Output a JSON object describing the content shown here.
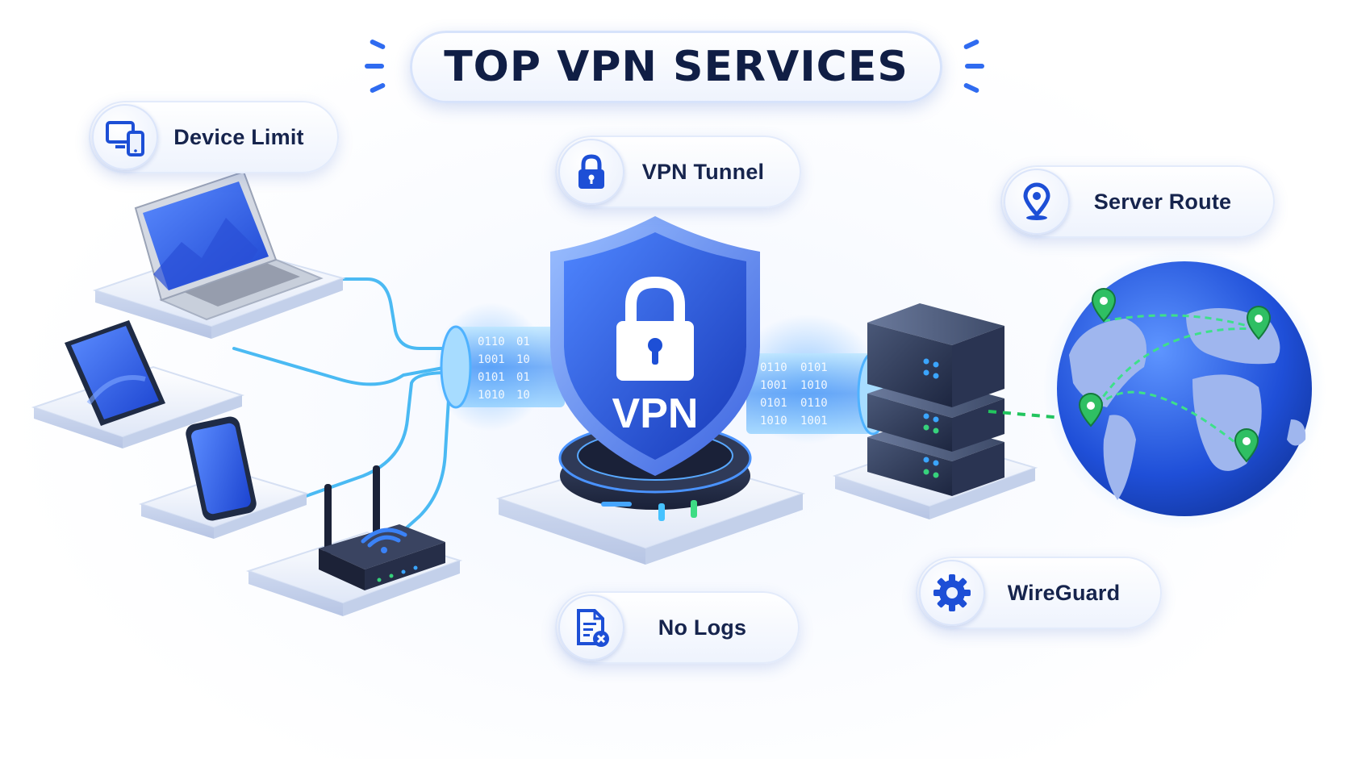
{
  "title": "TOP VPN SERVICES",
  "labels": {
    "device_limit": "Device Limit",
    "vpn_tunnel": "VPN Tunnel",
    "server_route": "Server Route",
    "no_logs": "No Logs",
    "wireguard": "WireGuard",
    "shield": "VPN"
  },
  "icons": {
    "device_limit": "devices-icon",
    "vpn_tunnel": "lock-icon",
    "server_route": "map-pin-icon",
    "no_logs": "document-x-icon",
    "wireguard": "gear-icon",
    "shield": "shield-lock-icon"
  },
  "colors": {
    "brand_blue": "#1d4fd6",
    "link_cyan": "#35b6f2",
    "route_green": "#22c55e",
    "title_text": "#101e45"
  }
}
